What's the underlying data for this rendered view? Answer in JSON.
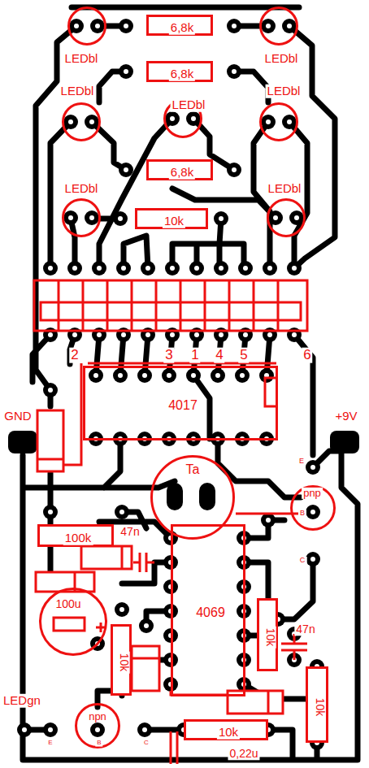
{
  "diagram": {
    "nodes": [
      {
        "text": [
          "6,8k"
        ]
      },
      {
        "text": [
          "LEDbl"
        ]
      },
      {
        "text": [
          "LEDbl"
        ]
      },
      {
        "text": [
          "6,8k"
        ]
      },
      {
        "text": [
          "LEDbl"
        ]
      },
      {
        "text": [
          "LEDbl"
        ]
      },
      {
        "text": [
          "LEDbl"
        ]
      },
      {
        "text": [
          "6,8k"
        ]
      },
      {
        "text": [
          "LEDbl"
        ]
      },
      {
        "text": [
          "LEDbl"
        ]
      },
      {
        "text": [
          "10k"
        ]
      },
      {
        "text": [
          "4017"
        ]
      },
      {
        "text": [
          "Ta"
        ]
      },
      {
        "text": [
          "pnp"
        ]
      },
      {
        "text": [
          "100k"
        ]
      },
      {
        "text": [
          "4069"
        ]
      },
      {
        "text": [
          "100u"
        ]
      },
      {
        "text": [
          "10k"
        ]
      },
      {
        "text": [
          "10k"
        ]
      },
      {
        "text": [
          "10k"
        ]
      },
      {
        "text": [
          "npn"
        ]
      },
      {
        "text": [
          "10k"
        ]
      }
    ],
    "labels": [
      "2",
      "3",
      "1",
      "4",
      "5",
      "6",
      "GND",
      "+9V",
      "E",
      "B",
      "C",
      "47n",
      "47n",
      "LEDgn",
      "E",
      "B",
      "C",
      "0,22u"
    ]
  }
}
